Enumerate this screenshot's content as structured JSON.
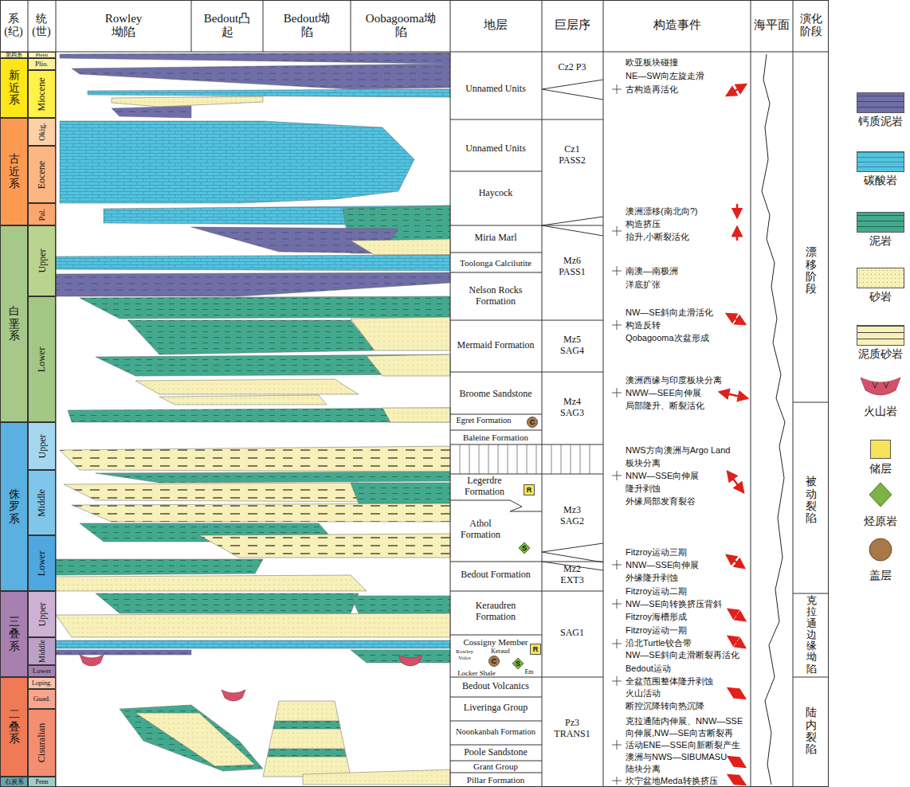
{
  "diagram": {
    "nodes": [
      {
        "text": [
          "第四系"
        ]
      },
      {
        "text": [
          "新近系"
        ]
      },
      {
        "text": [
          "古近系"
        ]
      },
      {
        "text": [
          "白垩系"
        ]
      },
      {
        "text": [
          "侏罗系"
        ]
      },
      {
        "text": [
          "三叠系"
        ]
      },
      {
        "text": [
          "二叠系"
        ]
      },
      {
        "text": [
          "石炭系"
        ]
      },
      {
        "text": [
          "Pleist"
        ]
      },
      {
        "text": [
          "Plio."
        ]
      },
      {
        "text": [
          "Miocene"
        ]
      },
      {
        "text": [
          "Okig."
        ]
      },
      {
        "text": [
          "Eocene"
        ]
      },
      {
        "text": [
          "Pal."
        ]
      },
      {
        "text": [
          "Upper"
        ]
      },
      {
        "text": [
          "Lower"
        ]
      },
      {
        "text": [
          "Upper"
        ]
      },
      {
        "text": [
          "Middle"
        ]
      },
      {
        "text": [
          "Lower"
        ]
      },
      {
        "text": [
          "Upper"
        ]
      },
      {
        "text": [
          "Middle"
        ]
      },
      {
        "text": [
          "Lower"
        ]
      },
      {
        "text": [
          "Loping."
        ]
      },
      {
        "text": [
          "Guad."
        ]
      },
      {
        "text": [
          "Cisuralian"
        ]
      },
      {
        "text": [
          "Penn"
        ]
      },
      {
        "text": [
          "C"
        ]
      },
      {
        "text": [
          "R"
        ]
      },
      {
        "text": [
          "S"
        ]
      },
      {
        "text": [
          "R"
        ]
      },
      {
        "text": [
          "C"
        ]
      },
      {
        "text": [
          "S"
        ]
      }
    ],
    "labels": [
      "系(纪)",
      "统(世)",
      "Rowley坳陷",
      "Bedout凸起",
      "Bedout坳陷",
      "Oobagooma坳陷",
      "地层",
      "巨层序",
      "构造事件",
      "海平面",
      "演化阶段",
      "Unnamed Units",
      "Unnamed Units",
      "Haycock",
      "Miria Marl",
      "Toolonga Calcilutite",
      "Nelson Rocks Formation",
      "Mermaid Formation",
      "Broome Sandstone",
      "Egret Formation",
      "Baleine Formation",
      "Legerdre Formation",
      "Athol Formation",
      "Bedout Formation",
      "Keraudren Formation",
      "Cossigny Member",
      "Rowley Volcs",
      "Keraud",
      "Locker Shale",
      "Em",
      "Bedout Volcanics",
      "Liveringa Group",
      "Noonkanbah Formation",
      "Poole Sandstone",
      "Grant Group",
      "Pillar Formation",
      "Cz2 P3",
      "Cz1 PASS2",
      "Mz6 PASS1",
      "Mz5 SAG4",
      "Mz4 SAG3",
      "Mz3 SAG2",
      "Mz2 EXT3",
      "SAG1",
      "Pz3 TRANS1",
      "欧亚板块碰撞",
      "NE—SW向左旋走滑",
      "古构造再活化",
      "澳洲漂移(南北向?)",
      "构造挤压",
      "抬升,小断裂活化",
      "南澳—南极洲",
      "洋底扩张",
      "NW—SE斜向走滑活化",
      "构造反转",
      "Qobagooma次盆形成",
      "澳洲西缘与印度板块分离",
      "NWW—SEE向伸展",
      "局部隆升、断裂活化",
      "NWS方向澳洲与Argo Land",
      "板块分离",
      "NNW—SSE向伸展",
      "隆升剥蚀",
      "外缘局部发育裂谷",
      "Fitzroy运动三期",
      "NNW—SSE向伸展",
      "外缘隆升剥蚀",
      "Fitzroy运动二期",
      "NW—SE向转换挤压背斜",
      "Fitzroy海槽形成",
      "Fitzroy运动一期",
      "沿北Turtle铰合带",
      "NW—SE斜向走滑断裂再活化",
      "Bedout运动",
      "全盆范围整体隆升剥蚀",
      "火山活动",
      "断控沉降转向热沉降",
      "克拉通陆内伸展、NNW—SSE",
      "向伸展,NW—SE向古断裂再",
      "活动ENE—SSE向新断裂产生",
      "澳洲与NWS—SIBUMASU",
      "陆块分离",
      "坎宁盆地Meda转换挤压",
      "漂移阶段",
      "被动裂陷",
      "克拉通边缘坳陷",
      "陆内裂陷"
    ],
    "legend": [
      {
        "text": "钙质泥岩",
        "color": "#6f6ea6"
      },
      {
        "text": "碳酸岩",
        "color": "#55c3df"
      },
      {
        "text": "泥岩",
        "color": "#43a98e"
      },
      {
        "text": "砂岩",
        "color": "#f7f0b8"
      },
      {
        "text": "泥质砂岩",
        "color": "#f7f0b8"
      },
      {
        "text": "火山岩"
      },
      {
        "text": "储层",
        "color": "#f7e35a"
      },
      {
        "text": "烃原岩"
      },
      {
        "text": "盖层"
      }
    ]
  }
}
